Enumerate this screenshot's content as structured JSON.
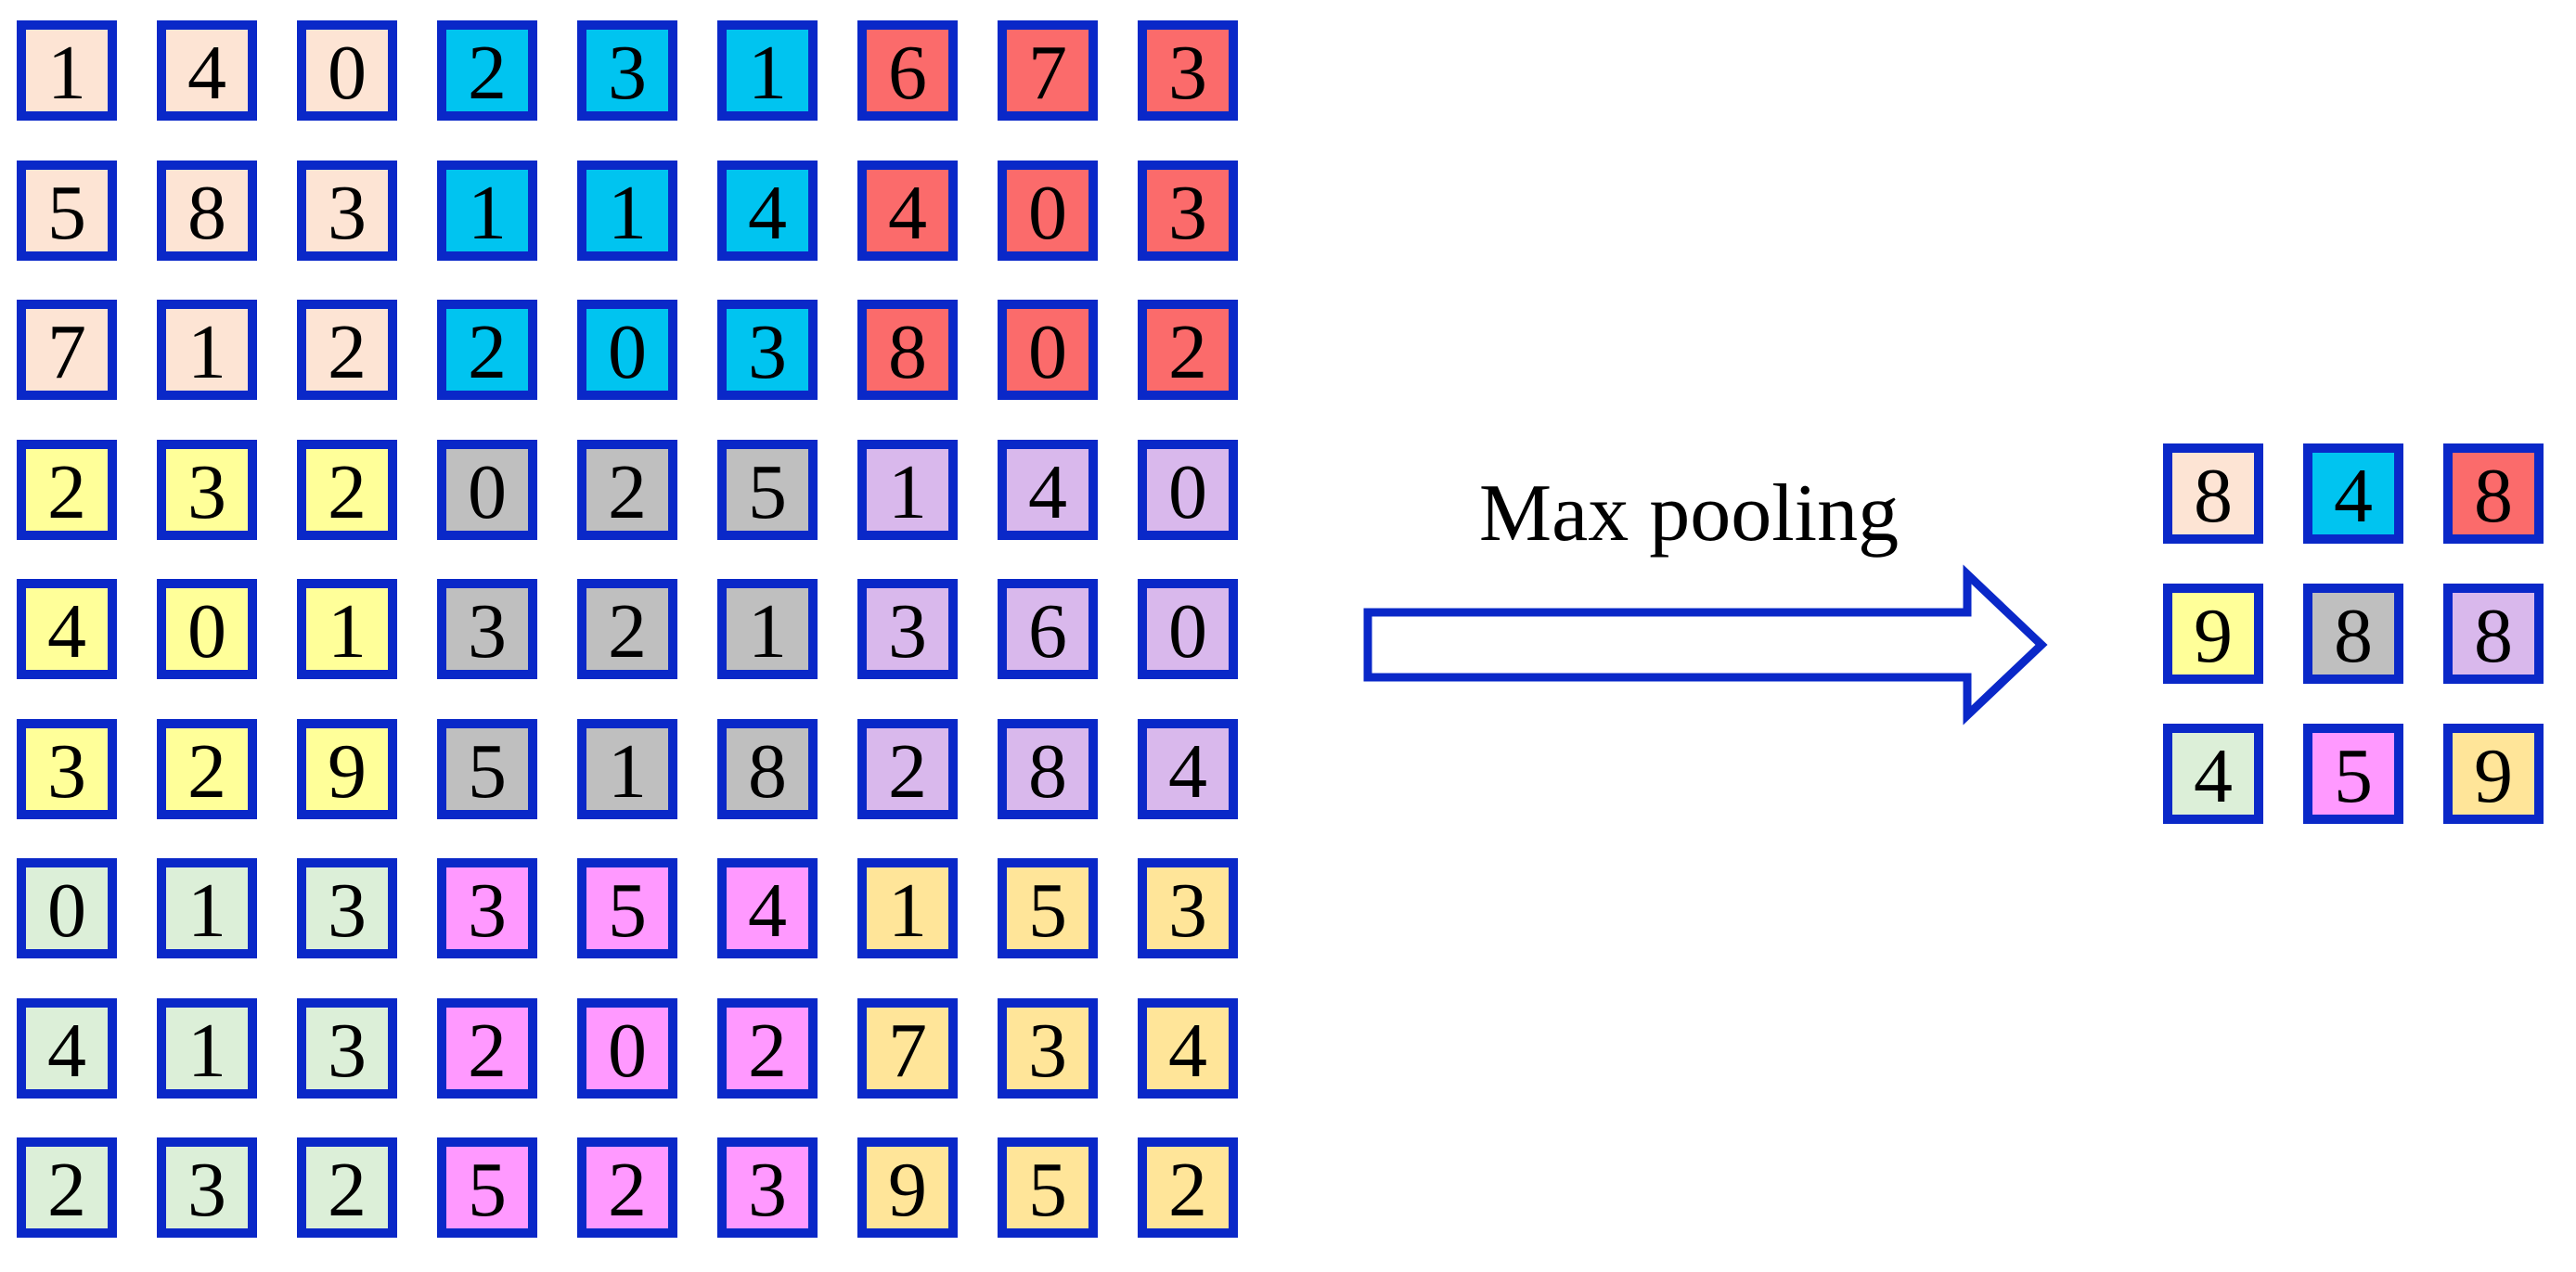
{
  "colors": {
    "border": "#0a28c8",
    "block_fills": [
      [
        "#fde4d4",
        "#00c4f0",
        "#fb6b6b"
      ],
      [
        "#ffff99",
        "#bfbfbf",
        "#d9b8ec"
      ],
      [
        "#dcefd8",
        "#ff99ff",
        "#ffe599"
      ]
    ]
  },
  "input_grid": {
    "values": [
      [
        "1",
        "4",
        "0",
        "2",
        "3",
        "1",
        "6",
        "7",
        "3"
      ],
      [
        "5",
        "8",
        "3",
        "1",
        "1",
        "4",
        "4",
        "0",
        "3"
      ],
      [
        "7",
        "1",
        "2",
        "2",
        "0",
        "3",
        "8",
        "0",
        "2"
      ],
      [
        "2",
        "3",
        "2",
        "0",
        "2",
        "5",
        "1",
        "4",
        "0"
      ],
      [
        "4",
        "0",
        "1",
        "3",
        "2",
        "1",
        "3",
        "6",
        "0"
      ],
      [
        "3",
        "2",
        "9",
        "5",
        "1",
        "8",
        "2",
        "8",
        "4"
      ],
      [
        "0",
        "1",
        "3",
        "3",
        "5",
        "4",
        "1",
        "5",
        "3"
      ],
      [
        "4",
        "1",
        "3",
        "2",
        "0",
        "2",
        "7",
        "3",
        "4"
      ],
      [
        "2",
        "3",
        "2",
        "5",
        "2",
        "3",
        "9",
        "5",
        "2"
      ]
    ]
  },
  "arrow": {
    "label": "Max pooling"
  },
  "output_grid": {
    "values": [
      [
        "8",
        "4",
        "8"
      ],
      [
        "9",
        "8",
        "8"
      ],
      [
        "4",
        "5",
        "9"
      ]
    ]
  }
}
